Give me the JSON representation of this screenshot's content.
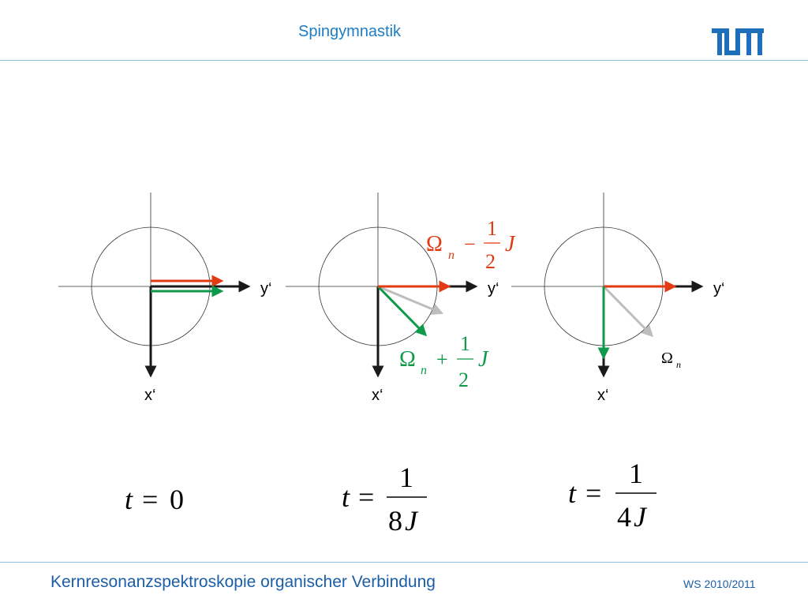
{
  "slide": {
    "title": "Spingymnastik",
    "footer_left": "Kernresonanzspektroskopie organischer Verbindung",
    "footer_right": "WS 2010/2011"
  },
  "colors": {
    "accent": "#1c7dc4",
    "red": "#e23a12",
    "green": "#0e9a4a",
    "grey": "#bdbdbd",
    "axis": "#1a1a1a"
  },
  "logo": {
    "icon": "tum-logo-icon"
  },
  "diagrams": [
    {
      "x_label": "x‘",
      "y_label": "y‘",
      "time_formula": {
        "lhs": "t",
        "eq": "=",
        "value": "0"
      }
    },
    {
      "x_label": "x‘",
      "y_label": "y‘",
      "red_label": {
        "omega": "Ω",
        "sub": "n",
        "op": "−",
        "num": "1",
        "den": "2",
        "J": "J"
      },
      "green_label": {
        "omega": "Ω",
        "sub": "n",
        "op": "+",
        "num": "1",
        "den": "2",
        "J": "J"
      },
      "time_formula": {
        "lhs": "t",
        "eq": "=",
        "num": "1",
        "den_coef": "8",
        "den_var": "J"
      }
    },
    {
      "x_label": "x‘",
      "y_label": "y‘",
      "grey_label": {
        "omega": "Ω",
        "sub": "n"
      },
      "time_formula": {
        "lhs": "t",
        "eq": "=",
        "num": "1",
        "den_coef": "4",
        "den_var": "J"
      }
    }
  ]
}
